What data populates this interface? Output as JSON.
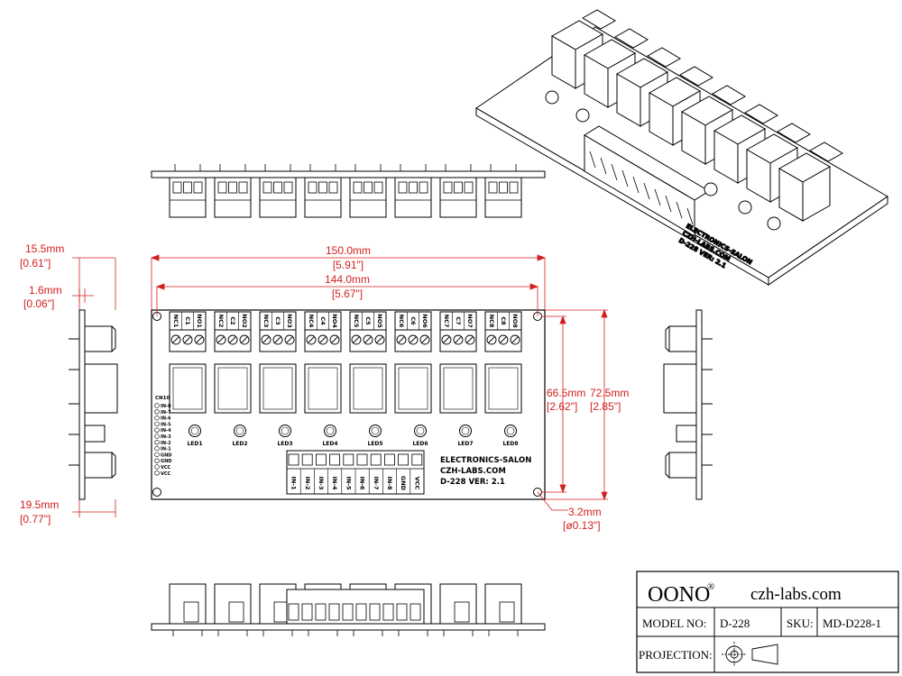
{
  "dimensions": {
    "width_outer": "150.0mm",
    "width_outer_in": "[5.91\"]",
    "width_holes": "144.0mm",
    "width_holes_in": "[5.67\"]",
    "height_holes": "66.5mm",
    "height_holes_in": "[2.62\"]",
    "height_outer": "72.5mm",
    "height_outer_in": "[2.85\"]",
    "hole_dia": "3.2mm",
    "hole_dia_in": "[ø0.13\"]",
    "side_top": "15.5mm",
    "side_top_in": "[0.61\"]",
    "pcb_thick": "1.6mm",
    "pcb_thick_in": "[0.06\"]",
    "side_total": "19.5mm",
    "side_total_in": "[0.77\"]"
  },
  "board": {
    "terminal_groups": [
      [
        "NC1",
        "C1",
        "NO1"
      ],
      [
        "NC2",
        "C2",
        "NO2"
      ],
      [
        "NC3",
        "C3",
        "NO3"
      ],
      [
        "NC4",
        "C4",
        "NO4"
      ],
      [
        "NC5",
        "C5",
        "NO5"
      ],
      [
        "NC6",
        "C6",
        "NO6"
      ],
      [
        "NC7",
        "C7",
        "NO7"
      ],
      [
        "NC8",
        "C8",
        "NO8"
      ]
    ],
    "leds": [
      "LED1",
      "LED2",
      "LED3",
      "LED4",
      "LED5",
      "LED6",
      "LED7",
      "LED8"
    ],
    "input_labels": [
      "IN-1",
      "IN-2",
      "IN-3",
      "IN-4",
      "IN-5",
      "IN-6",
      "IN-7",
      "IN-8",
      "GND",
      "VCC"
    ],
    "header_title": "CN10",
    "header_pins": [
      "IN-8",
      "IN-7",
      "IN-6",
      "IN-5",
      "IN-4",
      "IN-3",
      "IN-2",
      "IN-1",
      "GND",
      "GND",
      "VCC",
      "VCC"
    ],
    "silk_line1": "ELECTRONICS-SALON",
    "silk_line2": "CZH-LABS.COM",
    "silk_line3": "D-228  VER: 2.1"
  },
  "title_block": {
    "brand": "OONO",
    "registered": "®",
    "website": "czh-labs.com",
    "model_label": "MODEL NO:",
    "model_value": "D-228",
    "sku_label": "SKU:",
    "sku_value": "MD-D228-1",
    "projection_label": "PROJECTION:"
  },
  "colors": {
    "dimension": "#d41f1f",
    "line": "#000000"
  }
}
